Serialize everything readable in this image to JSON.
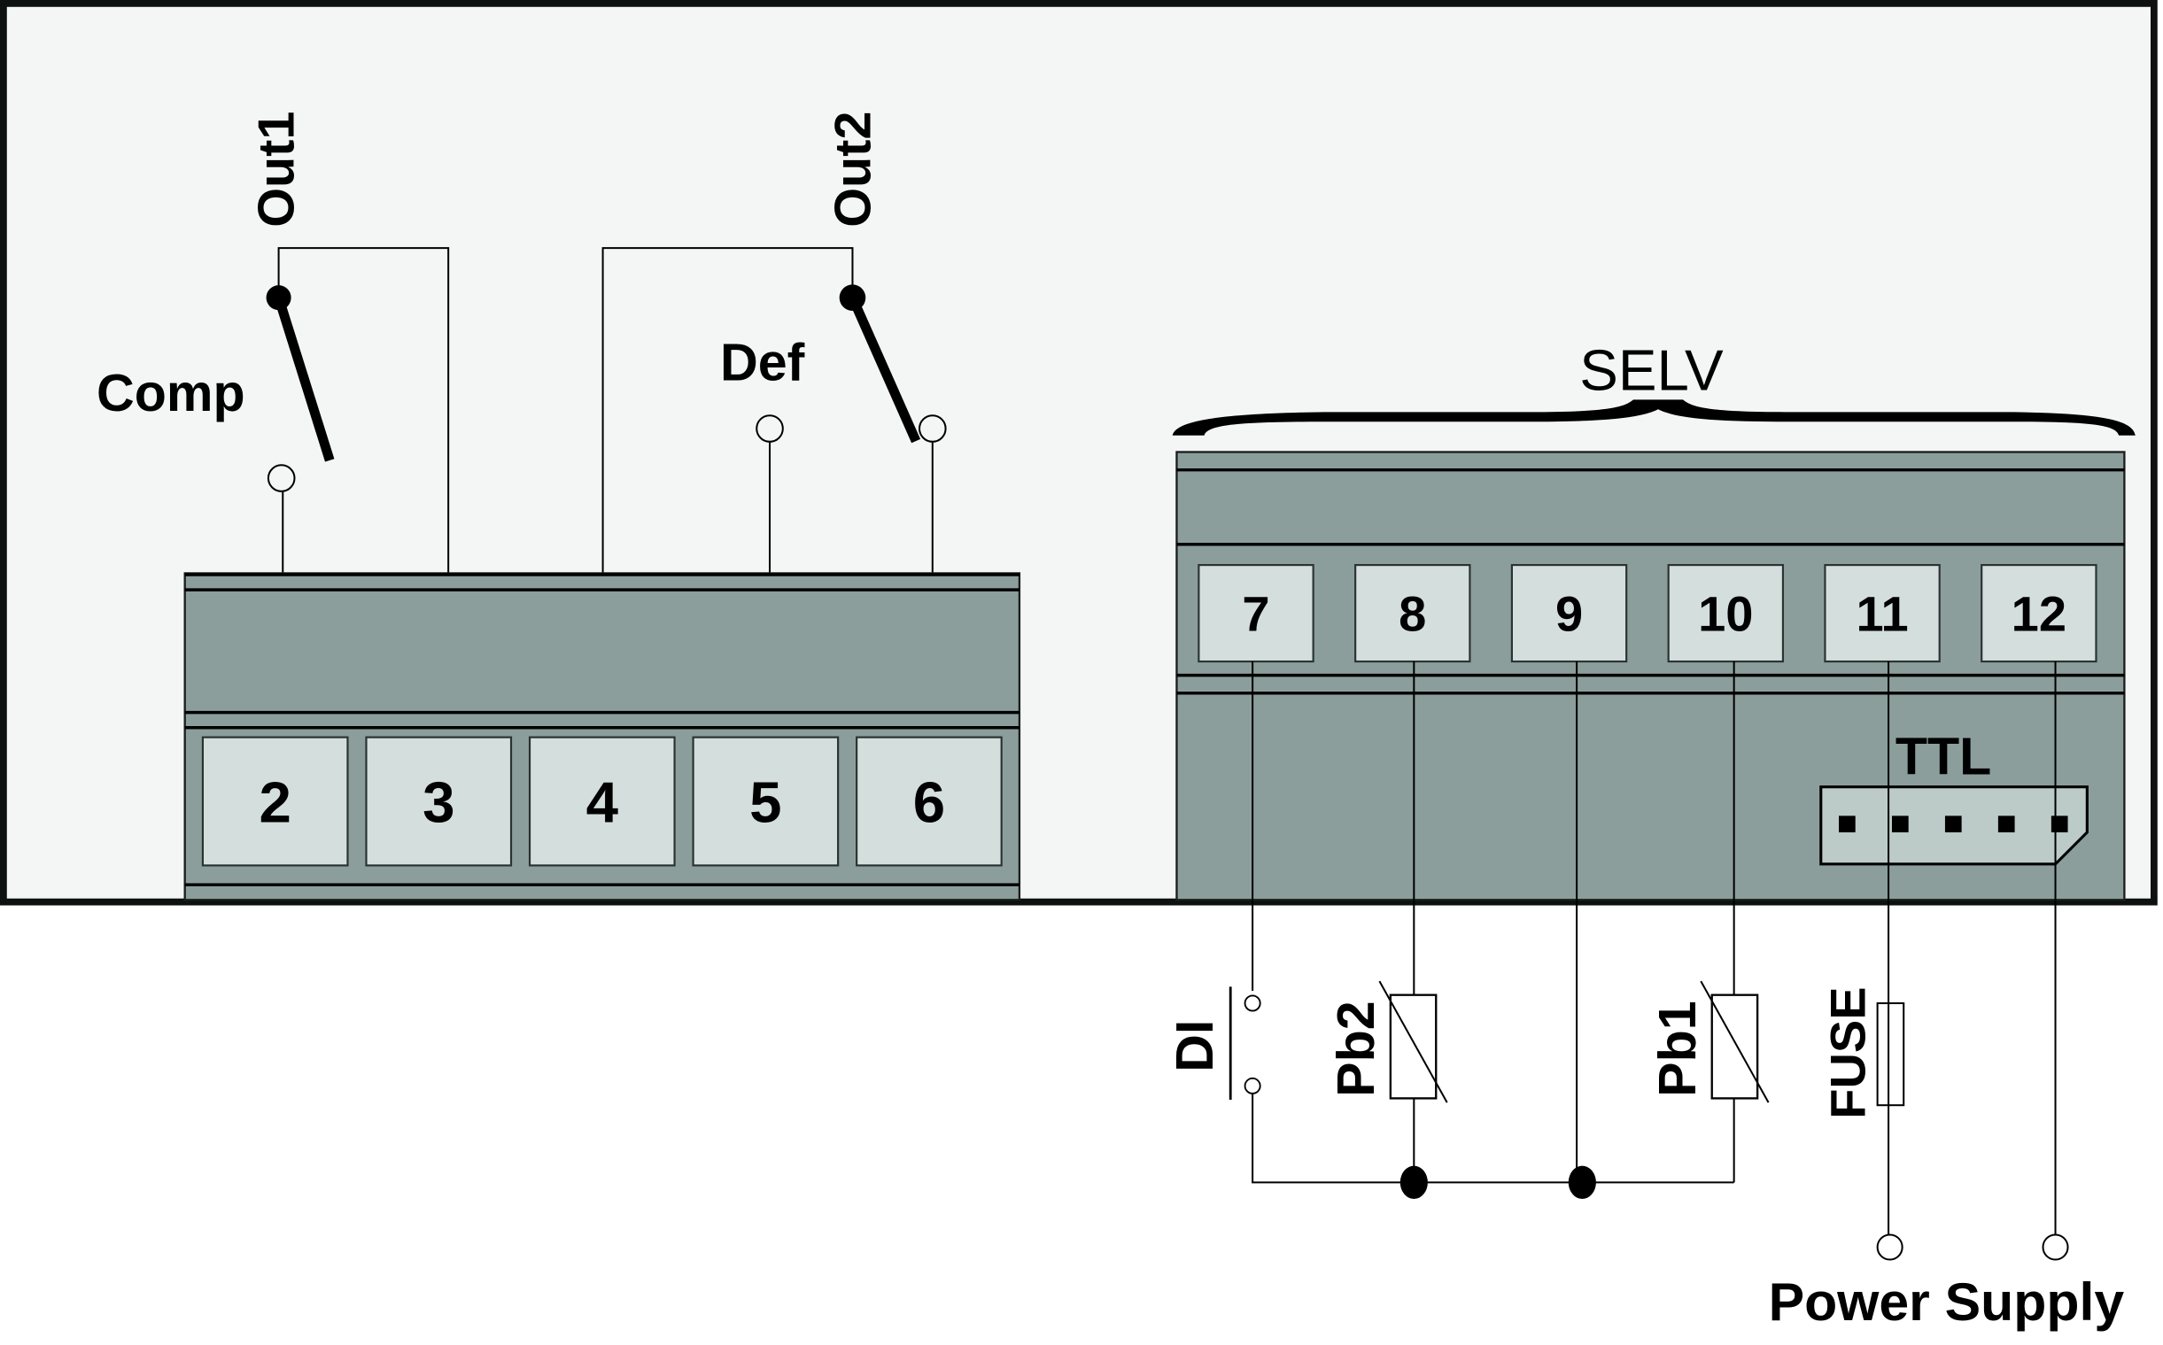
{
  "colors": {
    "panel_background": "#f4f6f5",
    "block_fill": "#8b9e9b",
    "terminal_fill": "#d4dfdd",
    "ttl_fill": "#bccbc8",
    "ink": "#000000",
    "outside_background": "#ffffff"
  },
  "labels": {
    "out1": "Out1",
    "out2": "Out2",
    "comp": "Comp",
    "def": "Def",
    "selv": "SELV",
    "ttl": "TTL",
    "di": "DI",
    "pb2": "Pb2",
    "pb1": "Pb1",
    "fuse": "FUSE",
    "power_supply": "Power Supply"
  },
  "left_block": {
    "terminals": [
      "2",
      "3",
      "4",
      "5",
      "6"
    ]
  },
  "right_block": {
    "terminals": [
      "7",
      "8",
      "9",
      "10",
      "11",
      "12"
    ],
    "connector": {
      "label": "TTL",
      "pins": 5
    }
  },
  "connections": [
    {
      "from": "Out1 relay common",
      "to": "3"
    },
    {
      "from": "Out1 relay contact (Comp)",
      "to": "2"
    },
    {
      "from": "Out2 relay common",
      "to": "4"
    },
    {
      "from": "Out2 contact (Def)",
      "to": "5"
    },
    {
      "from": "Out2 contact",
      "to": "6"
    },
    {
      "from": "DI",
      "to": "7"
    },
    {
      "from": "Pb2",
      "to": "8"
    },
    {
      "from": "common",
      "to": "9"
    },
    {
      "from": "Pb1",
      "to": "10"
    },
    {
      "from": "FUSE / Power Supply",
      "to": "11"
    },
    {
      "from": "Power Supply",
      "to": "12"
    }
  ]
}
